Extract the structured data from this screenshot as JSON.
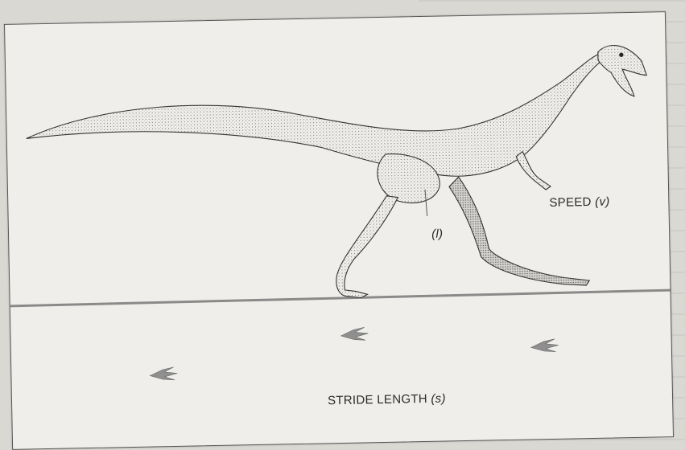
{
  "labels": {
    "speed_text": "SPEED",
    "speed_symbol": "(v)",
    "leg_symbol": "(l)",
    "stride_text": "STRIDE LENGTH",
    "stride_symbol": "(s)"
  },
  "colors": {
    "ink": "#2a2a2a",
    "paper": "#efeeea",
    "ground": "#8a8a8a",
    "footprint": "#8f8f8f"
  },
  "icons": [
    "dinosaur-illustration",
    "footprint-icon"
  ]
}
